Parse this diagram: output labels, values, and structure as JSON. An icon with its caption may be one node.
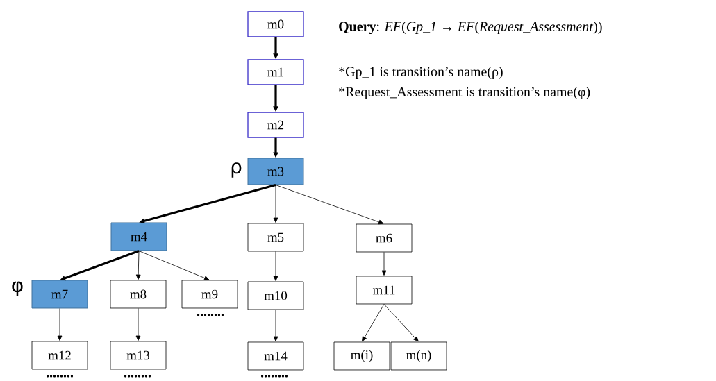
{
  "diagram": {
    "nodes": [
      {
        "text": [
          "m0"
        ]
      },
      {
        "text": [
          "m1"
        ]
      },
      {
        "text": [
          "m2"
        ]
      },
      {
        "text": [
          "m3"
        ],
        "beside": [
          "ρ"
        ]
      },
      {
        "text": [
          "m4"
        ]
      },
      {
        "text": [
          "m5"
        ]
      },
      {
        "text": [
          "m6"
        ]
      },
      {
        "text": [
          "m7"
        ],
        "beside": [
          "φ"
        ]
      },
      {
        "text": [
          "m8"
        ]
      },
      {
        "text": [
          "m9"
        ]
      },
      {
        "text": [
          "m10"
        ]
      },
      {
        "text": [
          "m11"
        ]
      },
      {
        "text": [
          "m12"
        ]
      },
      {
        "text": [
          "m13"
        ]
      },
      {
        "text": [
          "m14"
        ]
      },
      {
        "text": [
          "m(i)"
        ]
      },
      {
        "text": [
          "m(n)"
        ]
      }
    ],
    "edges": [
      {
        "from": 0,
        "to": 1,
        "arrow": "to",
        "style": "thick"
      },
      {
        "from": 1,
        "to": 2,
        "arrow": "to",
        "style": "thick"
      },
      {
        "from": 2,
        "to": 3,
        "arrow": "to",
        "style": "thick"
      },
      {
        "from": 3,
        "to": 4,
        "arrow": "to",
        "style": "thick"
      },
      {
        "from": 3,
        "to": 5,
        "arrow": "to"
      },
      {
        "from": 3,
        "to": 6,
        "arrow": "to"
      },
      {
        "from": 4,
        "to": 7,
        "arrow": "to",
        "style": "thick"
      },
      {
        "from": 4,
        "to": 8,
        "arrow": "to"
      },
      {
        "from": 4,
        "to": 9,
        "arrow": "to"
      },
      {
        "from": 5,
        "to": 10,
        "arrow": "to"
      },
      {
        "from": 6,
        "to": 11,
        "arrow": "to"
      },
      {
        "from": 7,
        "to": 12,
        "arrow": "to"
      },
      {
        "from": 8,
        "to": 13,
        "arrow": "to"
      },
      {
        "from": 10,
        "to": 14,
        "arrow": "to"
      },
      {
        "from": 11,
        "to": 15,
        "arrow": "to"
      },
      {
        "from": 11,
        "to": 16,
        "arrow": "to"
      }
    ],
    "labels": [
      "**Query**: *EF*(*Gp_1* → *EF*(*Request_Assessment*))",
      "*Gp_1 is transition’s name(ρ)",
      "*Request_Assessment is transition’s name(φ)",
      "........",
      "........",
      "........",
      "........"
    ]
  }
}
